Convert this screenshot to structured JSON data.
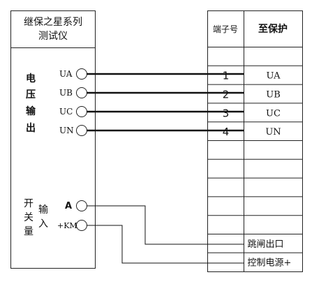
{
  "instrument": {
    "title_line1": "继保之星系列",
    "title_line2": "测试仪",
    "voltage_output_label": [
      "电",
      "压",
      "输",
      "出"
    ],
    "switch_label_left": [
      "开",
      "关",
      "量"
    ],
    "switch_label_right": [
      "输",
      "入"
    ],
    "voltage_ports": [
      "UA",
      "UB",
      "UC",
      "UN"
    ],
    "switch_ports": [
      "A",
      "+KM"
    ]
  },
  "terminal_block": {
    "header_number": "端子号",
    "header_target": "至保护",
    "rows": [
      {
        "number": "",
        "target": ""
      },
      {
        "number": "1",
        "target": "UA"
      },
      {
        "number": "2",
        "target": "UB"
      },
      {
        "number": "3",
        "target": "UC"
      },
      {
        "number": "4",
        "target": "UN"
      },
      {
        "number": "",
        "target": ""
      },
      {
        "number": "",
        "target": ""
      },
      {
        "number": "",
        "target": ""
      },
      {
        "number": "",
        "target": ""
      },
      {
        "number": "",
        "target": ""
      },
      {
        "number": "",
        "target": "跳闸出口"
      },
      {
        "number": "",
        "target": "控制电源+"
      }
    ]
  }
}
